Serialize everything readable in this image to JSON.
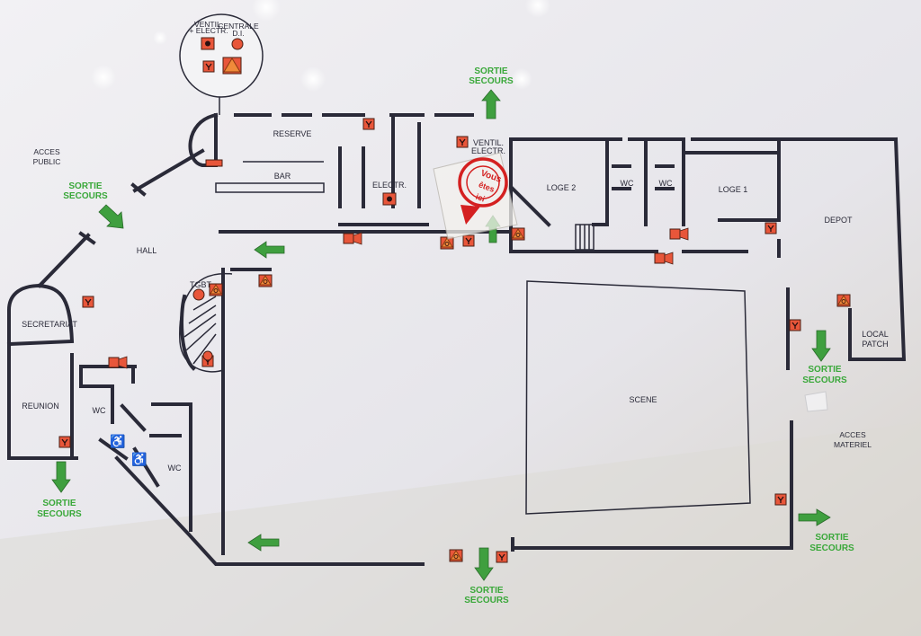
{
  "legend": {
    "ventil_label_1": "VENTIL.",
    "ventil_label_2": "+ ELECTR.",
    "centrale_label_1": "CENTRALE",
    "centrale_label_2": "D.I."
  },
  "rooms": {
    "reserve": "RESERVE",
    "bar": "BAR",
    "electr": "ELECTR.",
    "ventil": "VENTIL.",
    "ventil_electr": "ELECTR.",
    "loge2": "LOGE 2",
    "wc_top_1": "WC",
    "wc_top_2": "WC",
    "loge1": "LOGE 1",
    "depot": "DEPOT",
    "hall": "HALL",
    "tgbt": "TGBT",
    "secretariat": "SECRETARIAT",
    "reunion": "REUNION",
    "wc_left": "WC",
    "wc_bottom": "WC",
    "scene": "SCENE",
    "local_patch_1": "LOCAL",
    "local_patch_2": "PATCH"
  },
  "access": {
    "public_1": "ACCES",
    "public_2": "PUBLIC",
    "materiel_1": "ACCES",
    "materiel_2": "MATERIEL"
  },
  "exits": {
    "label_1": "SORTIE",
    "label_2": "SECOURS"
  },
  "sticker": {
    "line1": "Vous",
    "line2": "êtes",
    "line3": "ici"
  },
  "colors": {
    "wall": "#2a2a38",
    "exit_green": "#3aa83a",
    "equipment_orange": "#e8563a",
    "marker_red": "#d42020"
  }
}
